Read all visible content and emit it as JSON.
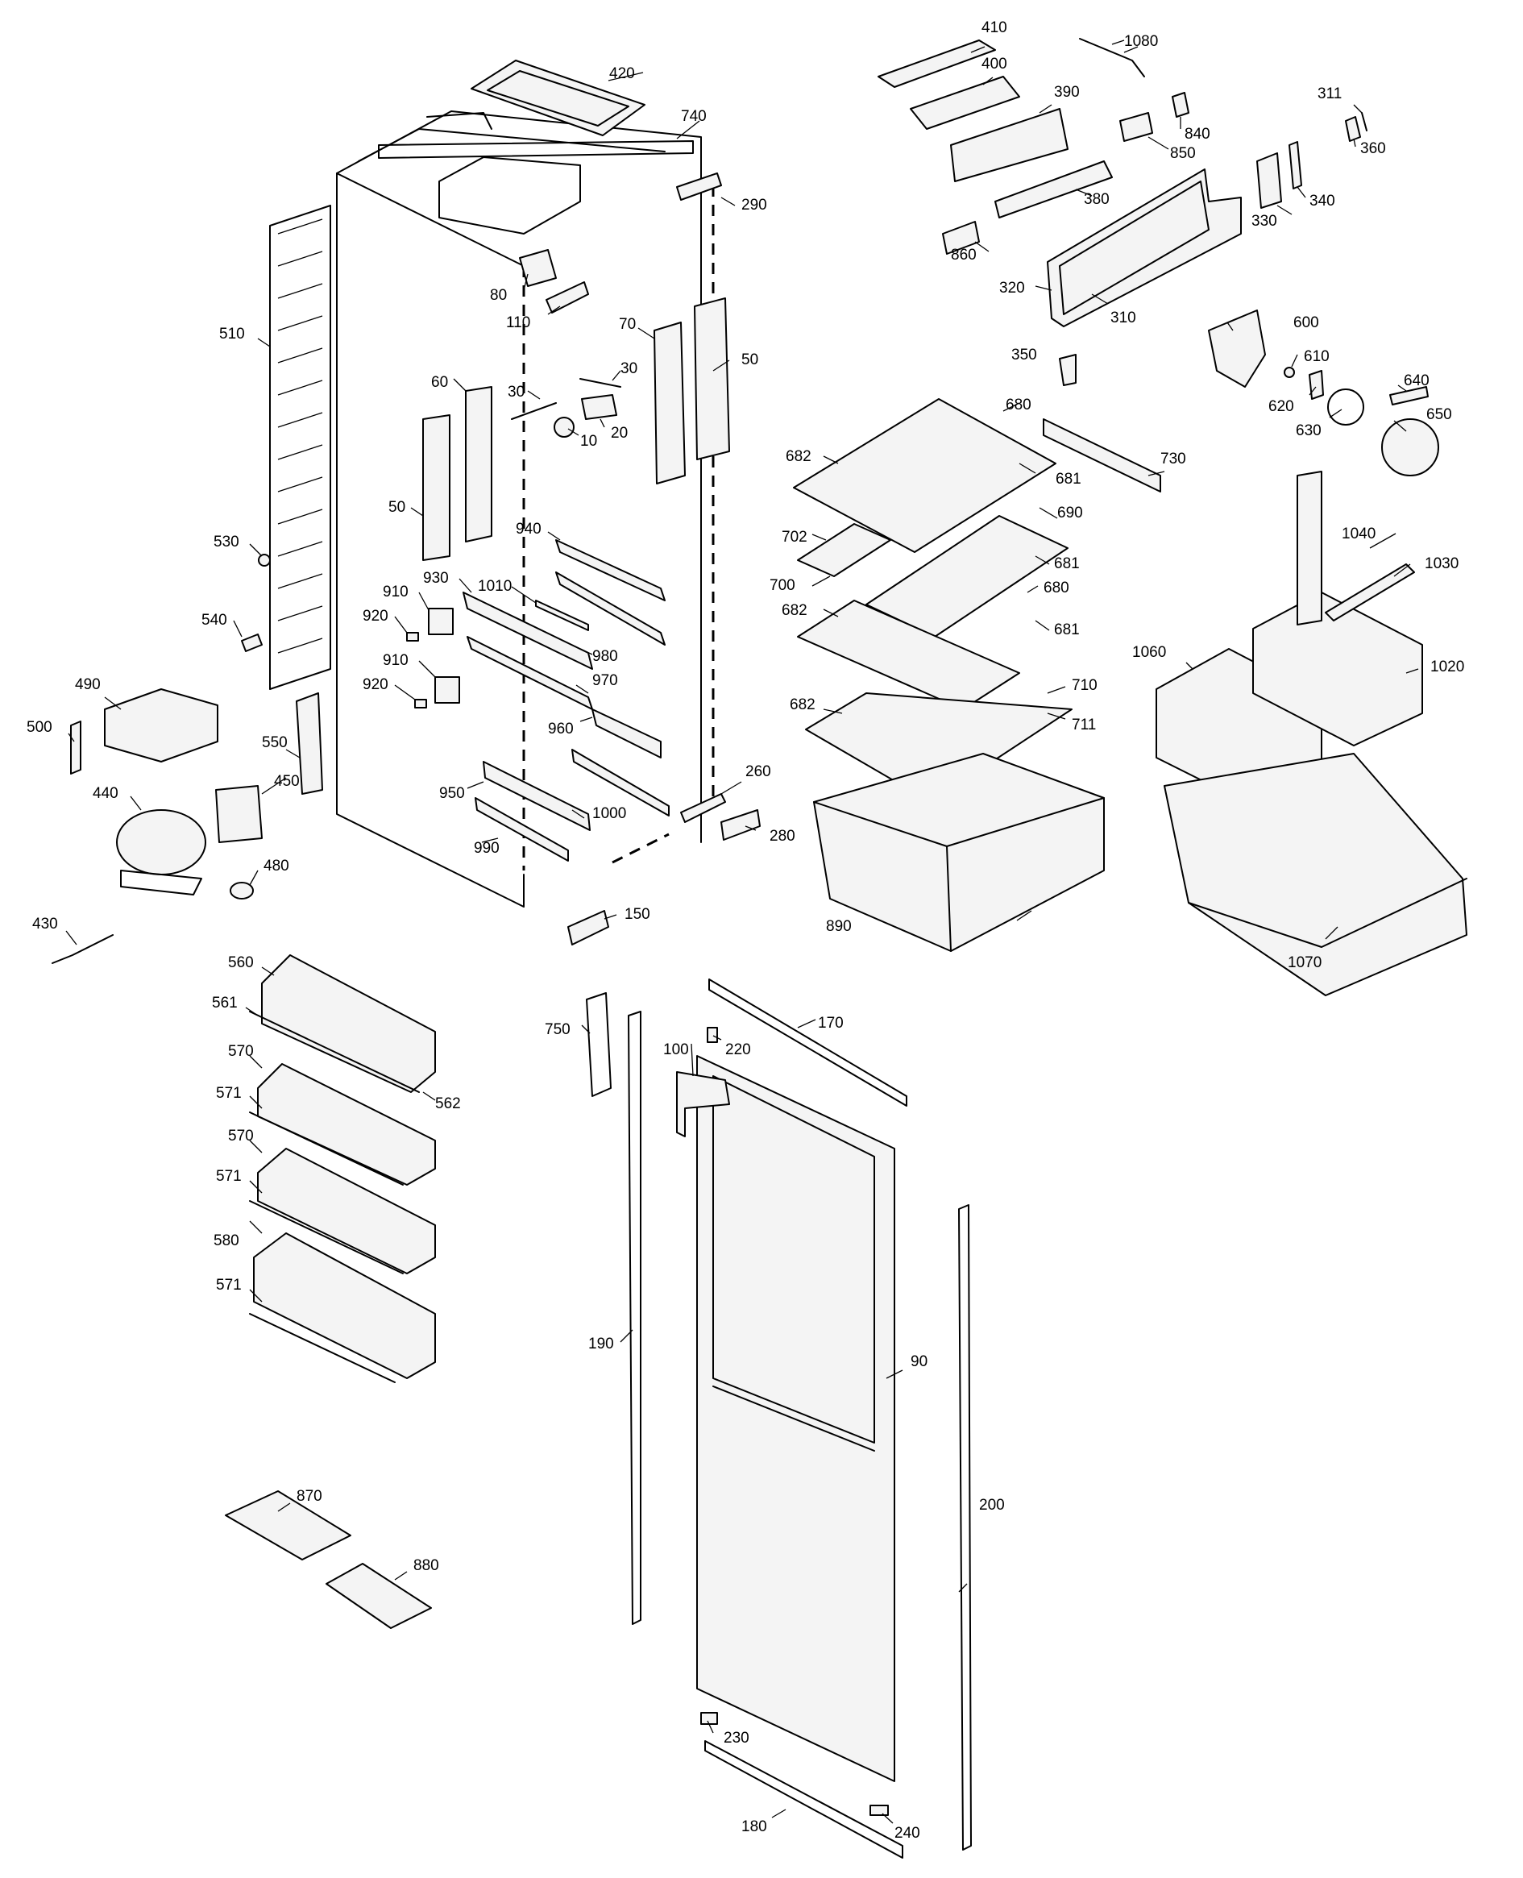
{
  "labels": {
    "p10": "10",
    "p20": "20",
    "p30a": "30",
    "p30b": "30",
    "p50a": "50",
    "p50b": "50",
    "p60": "60",
    "p70": "70",
    "p80": "80",
    "p90": "90",
    "p100": "100",
    "p110": "110",
    "p150": "150",
    "p170": "170",
    "p180": "180",
    "p190": "190",
    "p200": "200",
    "p220": "220",
    "p230": "230",
    "p240": "240",
    "p260": "260",
    "p280": "280",
    "p290": "290",
    "p310": "310",
    "p311": "311",
    "p320": "320",
    "p330": "330",
    "p340": "340",
    "p350": "350",
    "p360": "360",
    "p380": "380",
    "p390": "390",
    "p400": "400",
    "p410": "410",
    "p420": "420",
    "p430": "430",
    "p440": "440",
    "p450": "450",
    "p480": "480",
    "p490": "490",
    "p500": "500",
    "p510": "510",
    "p530": "530",
    "p540": "540",
    "p550": "550",
    "p560": "560",
    "p561": "561",
    "p562": "562",
    "p570a": "570",
    "p571a": "571",
    "p570b": "570",
    "p571b": "571",
    "p580": "580",
    "p571c": "571",
    "p600": "600",
    "p610": "610",
    "p620": "620",
    "p630": "630",
    "p640": "640",
    "p650": "650",
    "p680a": "680",
    "p681a": "681",
    "p682a": "682",
    "p690": "690",
    "p702": "702",
    "p700": "700",
    "p681b": "681",
    "p680b": "680",
    "p682b": "682",
    "p681c": "681",
    "p710": "710",
    "p711": "711",
    "p682c": "682",
    "p730": "730",
    "p740": "740",
    "p750": "750",
    "p840": "840",
    "p850": "850",
    "p860": "860",
    "p870": "870",
    "p880": "880",
    "p890": "890",
    "p910a": "910",
    "p920a": "920",
    "p910b": "910",
    "p920b": "920",
    "p930": "930",
    "p940": "940",
    "p950": "950",
    "p960": "960",
    "p970": "970",
    "p980": "980",
    "p990": "990",
    "p1000": "1000",
    "p1010": "1010",
    "p1020": "1020",
    "p1030": "1030",
    "p1040": "1040",
    "p1060": "1060",
    "p1070": "1070",
    "p1080": "1080"
  }
}
